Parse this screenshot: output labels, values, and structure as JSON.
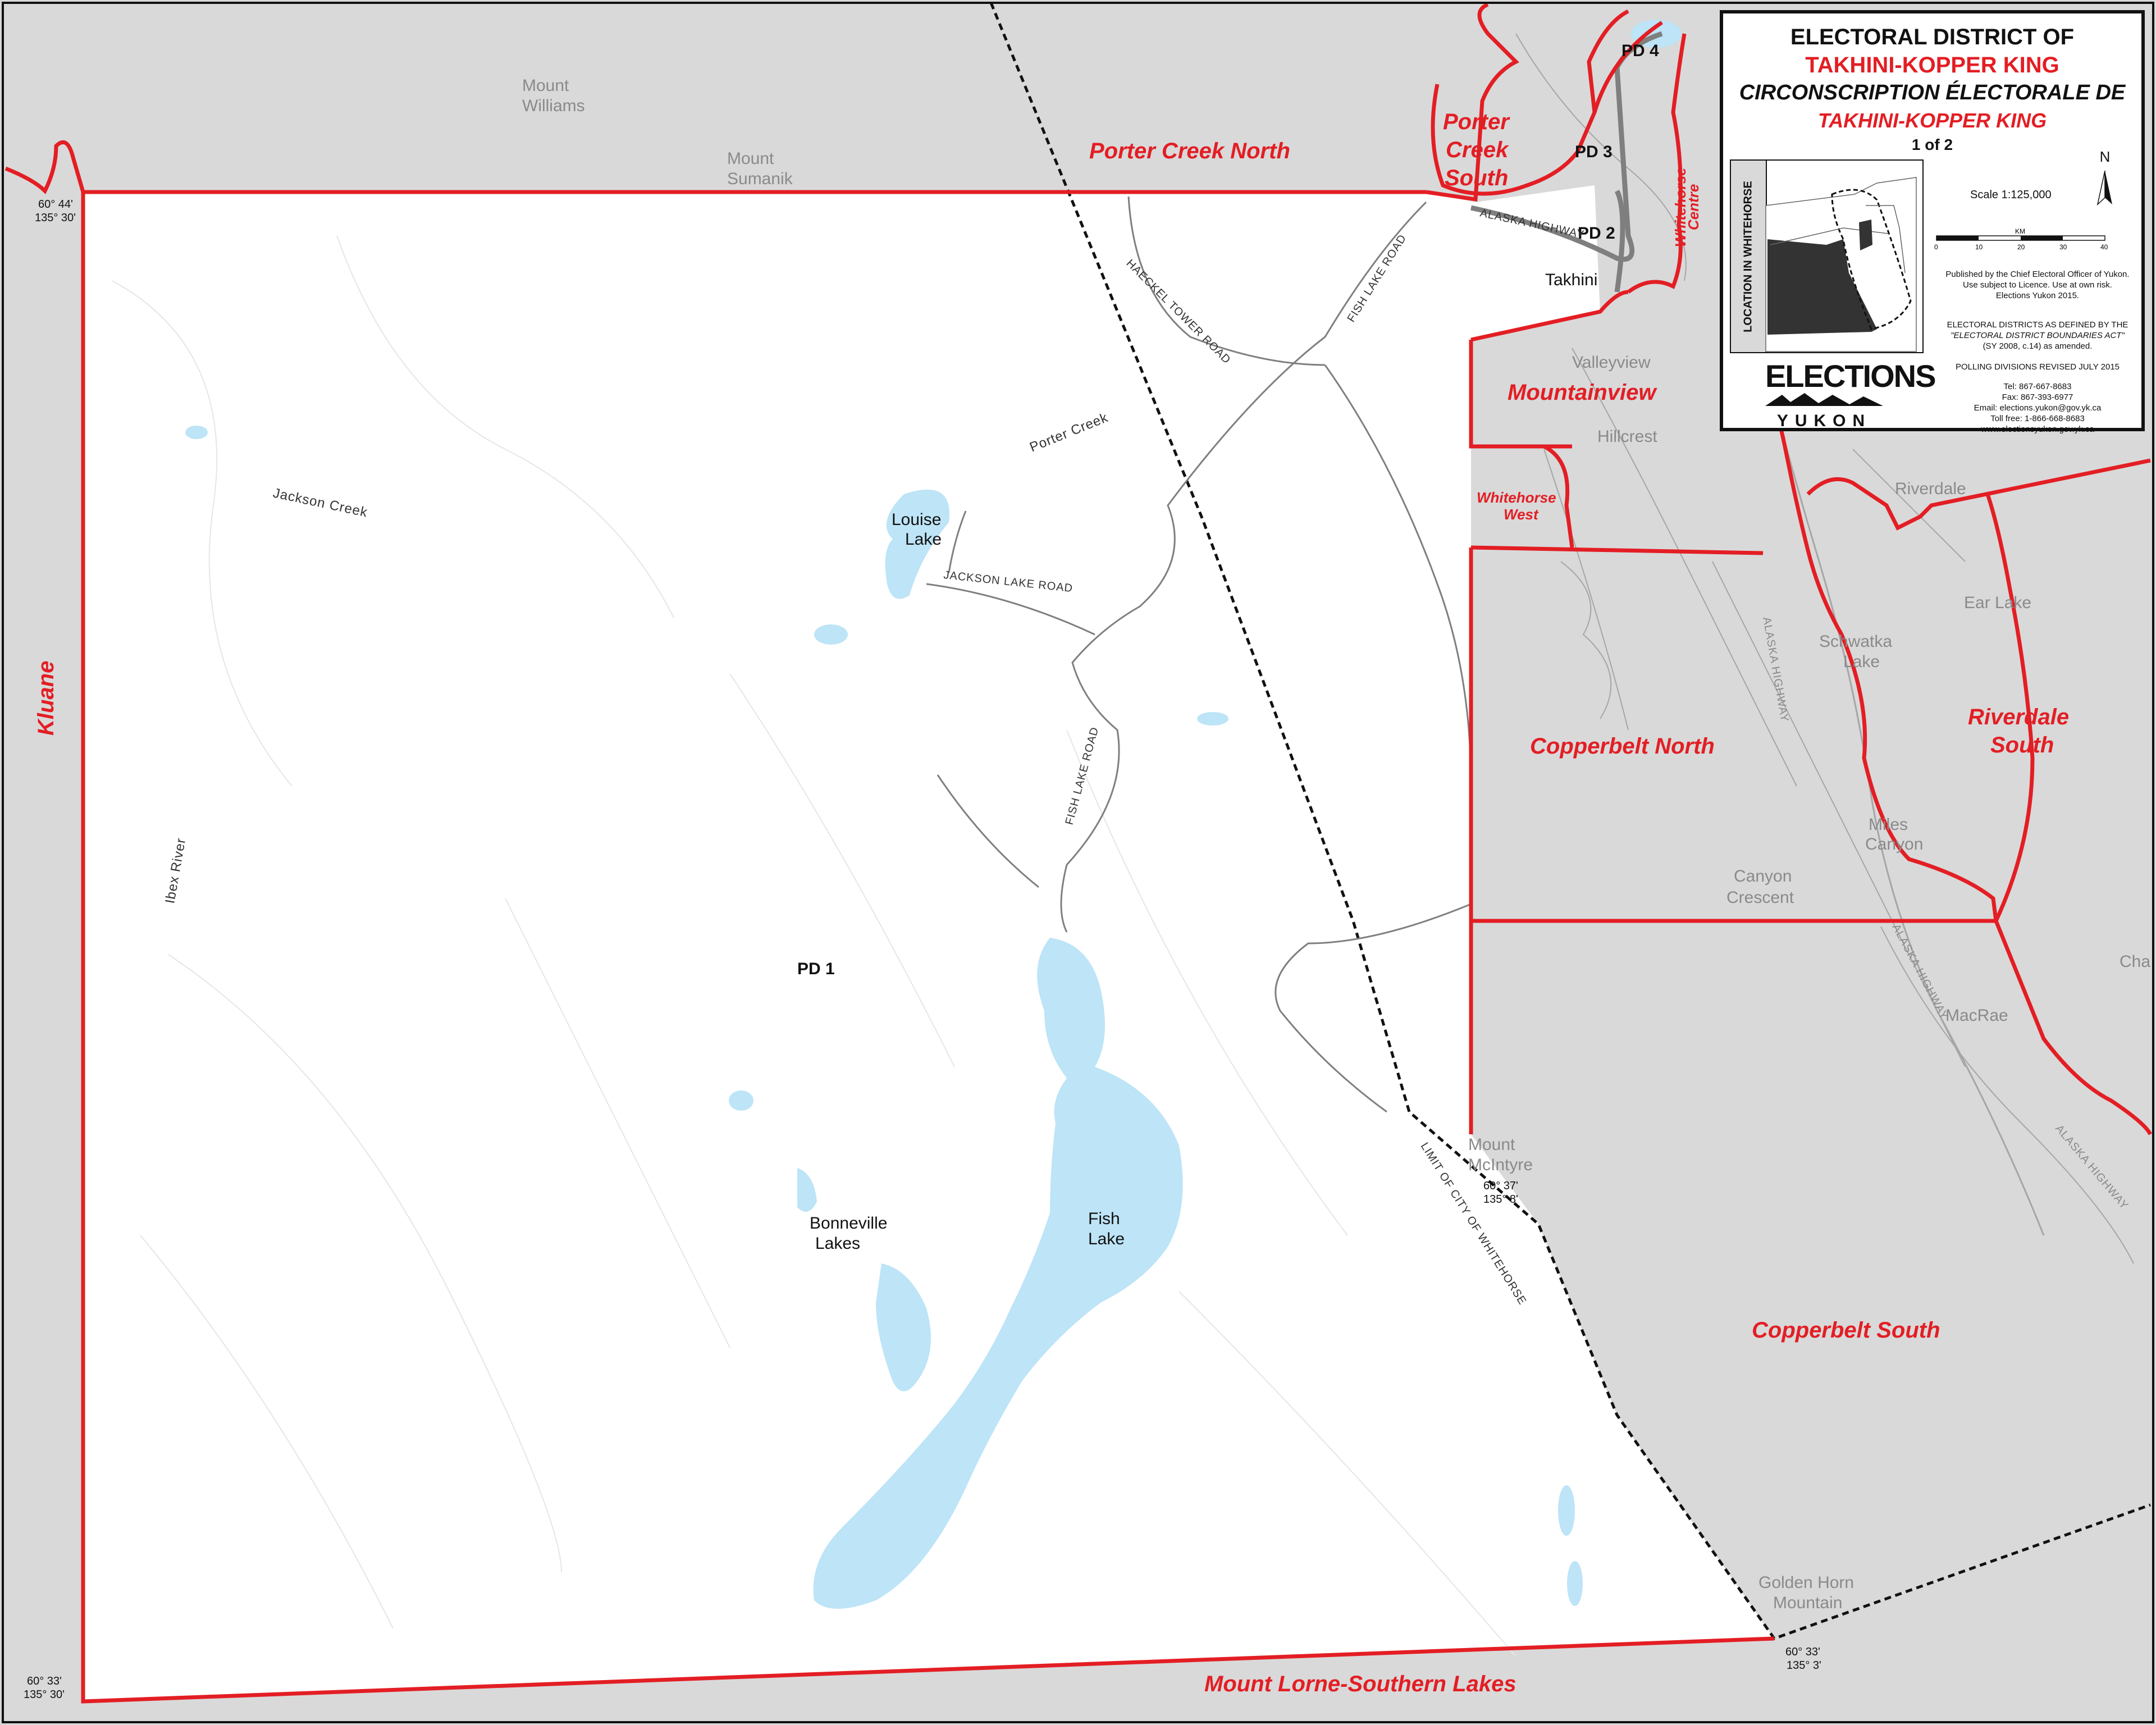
{
  "title": {
    "line1": "ELECTORAL DISTRICT OF",
    "line2": "TAKHINI-KOPPER KING",
    "line3": "CIRCONSCRIPTION ÉLECTORALE DE",
    "line4": "TAKHINI-KOPPER KING",
    "sheet": "1 of 2"
  },
  "inset": {
    "label": "LOCATION IN WHITEHORSE"
  },
  "scale": {
    "label": "Scale  1:125,000",
    "unit": "KM",
    "ticks": [
      "0",
      "10",
      "20",
      "30",
      "40"
    ],
    "north": "N"
  },
  "info": {
    "published": [
      "Published by the Chief Electoral Officer of Yukon.",
      "Use subject to Licence. Use at own risk.",
      "Elections Yukon 2015."
    ],
    "defined": [
      "ELECTORAL DISTRICTS AS DEFINED BY THE",
      "\"ELECTORAL DISTRICT BOUNDARIES ACT\"",
      "(SY 2008, c.14)  as amended."
    ],
    "polling": "POLLING DIVISIONS REVISED JULY 2015",
    "contact": [
      "Tel: 867-667-8683",
      "Fax:  867-393-6977",
      "Email: elections.yukon@gov.yk.ca",
      "Toll free: 1-866-668-8683",
      "www.electionsyukon.gov.yk.ca"
    ]
  },
  "logo": {
    "big": "ELECTIONS",
    "small": "YUKON"
  },
  "districts": {
    "porter_creek_north": "Porter Creek North",
    "porter_creek_south": [
      "Porter",
      "Creek",
      "South"
    ],
    "whitehorse_centre": [
      "Whitehorse",
      "Centre"
    ],
    "mountainview": "Mountainview",
    "whitehorse_west": [
      "Whitehorse",
      "West"
    ],
    "copperbelt_north": "Copperbelt North",
    "riverdale_south": [
      "Riverdale",
      "South"
    ],
    "copperbelt_south": "Copperbelt South",
    "kluane": "Kluane",
    "mount_lorne": "Mount Lorne-Southern Lakes"
  },
  "polling_divisions": {
    "pd1": "PD 1",
    "pd2": "PD 2",
    "pd3": "PD 3",
    "pd4": "PD 4"
  },
  "places": {
    "mount_williams": [
      "Mount",
      "Williams"
    ],
    "mount_sumanik": [
      "Mount",
      "Sumanik"
    ],
    "takhini": "Takhini",
    "valleyview": "Valleyview",
    "hillcrest": "Hillcrest",
    "riverdale": "Riverdale",
    "ear_lake": "Ear Lake",
    "schwatka_lake": [
      "Schwatka",
      "Lake"
    ],
    "miles_canyon": [
      "Miles",
      "Canyon"
    ],
    "canyon_crescent": [
      "Canyon",
      "Crescent"
    ],
    "macrae": "MacRae",
    "cha": "Cha",
    "mount_mcintyre": [
      "Mount",
      "McIntyre"
    ],
    "golden_horn": [
      "Golden Horn",
      "Mountain"
    ],
    "louise_lake": [
      "Louise",
      "Lake"
    ],
    "bonneville_lakes": [
      "Bonneville",
      "Lakes"
    ],
    "fish_lake": [
      "Fish",
      "Lake"
    ],
    "jackson_creek": "Jackson Creek",
    "porter_creek": "Porter Creek",
    "ibex_river": "Ibex River"
  },
  "roads": {
    "haeckel": "HAECKEL TOWER ROAD",
    "fish_lake_road": "FISH LAKE ROAD",
    "alaska_highway": "ALASKA HIGHWAY",
    "jackson_lake_road": "JACKSON LAKE ROAD",
    "limit_city": "LIMIT OF CITY OF WHITEHORSE"
  },
  "coordinates": {
    "nw": [
      "60° 44'",
      "135° 30'"
    ],
    "sw": [
      "60° 33'",
      "135° 30'"
    ],
    "mcintyre": [
      "60° 37'",
      "135° 8'"
    ],
    "se": [
      "60° 33'",
      "135° 3'"
    ]
  },
  "colors": {
    "boundary": "#e31e24",
    "water": "#bde4f7",
    "outside": "#d9d9d9",
    "district_fill": "#ffffff"
  }
}
